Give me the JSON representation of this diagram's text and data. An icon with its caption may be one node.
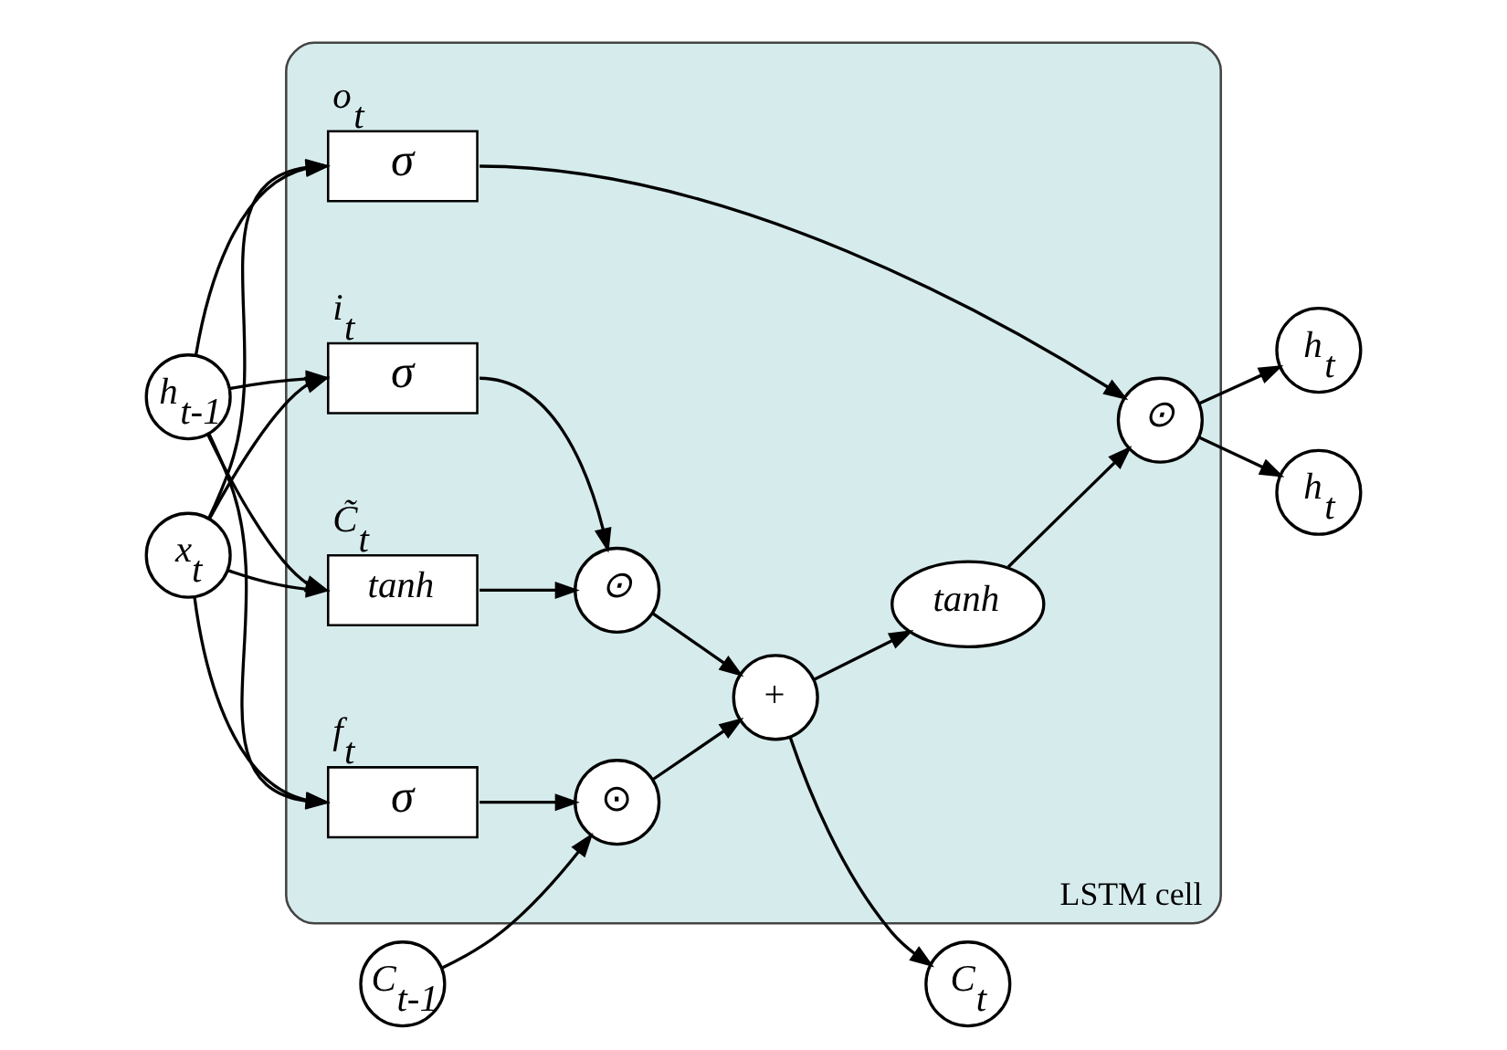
{
  "diagram": {
    "nodes": [
      {
        "text": [
          "LSTM cell"
        ]
      },
      {
        "text": [
          "C$_{t-1}$"
        ]
      },
      {
        "text": [
          "⊙"
        ],
        "in": 0
      },
      {
        "text": [
          "+"
        ],
        "in": 0
      },
      {
        "text": [
          "tanh"
        ],
        "in": 0
      },
      {
        "text": [
          "⊙"
        ],
        "in": 0
      },
      {
        "text": [
          "⊙"
        ],
        "in": 0
      },
      {
        "text": [
          "σ"
        ],
        "in": 0,
        "beside": [
          "f$_{t}$"
        ]
      },
      {
        "text": [
          "σ"
        ],
        "in": 0,
        "beside": [
          "i$_{t}$"
        ]
      },
      {
        "text": [
          "tanh"
        ],
        "in": 0,
        "beside": [
          "C̃$_{t}$"
        ]
      },
      {
        "text": [
          "σ"
        ],
        "in": 0,
        "beside": [
          "o$_{t}$"
        ]
      },
      {
        "text": [
          "h$_{t-1}$"
        ]
      },
      {
        "text": [
          "x$_{t}$"
        ]
      },
      {
        "text": [
          "h$_{t}$"
        ]
      },
      {
        "text": [
          "C$_{t}$"
        ]
      },
      {
        "text": [
          "h$_{t}$"
        ]
      }
    ],
    "edges": [
      {
        "from": 1,
        "to": 2,
        "arrow": "to"
      },
      {
        "from": 11,
        "to": 7,
        "arrow": "to"
      },
      {
        "from": 11,
        "to": 8,
        "arrow": "to"
      },
      {
        "from": 11,
        "to": 9,
        "arrow": "to"
      },
      {
        "from": 11,
        "to": 10,
        "arrow": "to"
      },
      {
        "from": 12,
        "to": 7,
        "arrow": "to"
      },
      {
        "from": 12,
        "to": 8,
        "arrow": "to"
      },
      {
        "from": 12,
        "to": 9,
        "arrow": "to"
      },
      {
        "from": 12,
        "to": 10,
        "arrow": "to"
      },
      {
        "from": 7,
        "to": 2,
        "arrow": "to"
      },
      {
        "from": 2,
        "to": 3,
        "arrow": "to"
      },
      {
        "from": 8,
        "to": 5,
        "arrow": "to"
      },
      {
        "from": 9,
        "to": 5,
        "arrow": "to"
      },
      {
        "from": 5,
        "to": 3,
        "arrow": "to"
      },
      {
        "from": 3,
        "to": 14,
        "arrow": "to"
      },
      {
        "from": 3,
        "to": 4,
        "arrow": "to"
      },
      {
        "from": 4,
        "to": 6,
        "arrow": "to"
      },
      {
        "from": 10,
        "to": 6,
        "arrow": "to"
      },
      {
        "from": 6,
        "to": 13,
        "arrow": "to"
      },
      {
        "from": 6,
        "to": 15,
        "arrow": "to"
      }
    ]
  }
}
